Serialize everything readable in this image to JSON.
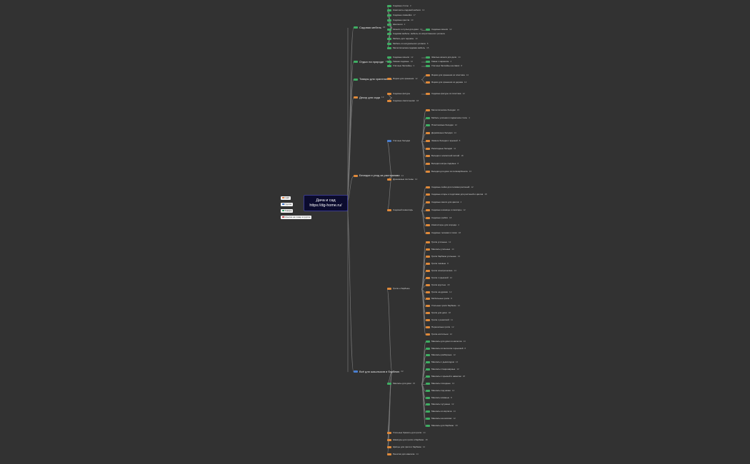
{
  "root": {
    "title": "Дача и сад",
    "subtitle": "https://dg-home.ru/"
  },
  "legend": [
    {
      "label": "Сайт",
      "color": "#e07a3f"
    },
    {
      "label": "Группа",
      "color": "#3a72c9"
    },
    {
      "label": "Товары",
      "color": "#3aa46e"
    },
    {
      "label": "Ссылка на товар в группе",
      "color": "#c0464f"
    }
  ],
  "colors": {
    "green": "#3fae63",
    "orange": "#e08a3a",
    "blue": "#4a7fd0",
    "edge": "#787878"
  },
  "branches": [
    {
      "label": "Садовая мебель",
      "count": "22",
      "icon": "green",
      "children": [
        {
          "label": "Садовые столы",
          "count": "3",
          "icon": "green"
        },
        {
          "label": "Комплекты садовой мебели",
          "count": "14",
          "icon": "green"
        },
        {
          "label": "Садовые скамейки",
          "count": "17",
          "icon": "green"
        },
        {
          "label": "Садовые кресла",
          "count": "10",
          "icon": "green"
        },
        {
          "label": "Шезлонги",
          "count": "2",
          "icon": "green"
        },
        {
          "label": "Качели и стулья для дачи",
          "count": "13",
          "icon": "green",
          "children": [
            {
              "label": "Садовые качели",
              "count": "12",
              "icon": "green"
            }
          ]
        },
        {
          "label": "Садовая мебель: мебель из искусственного ротанга",
          "count": "",
          "icon": "green"
        },
        {
          "label": "Мебель для террасы",
          "count": "13",
          "icon": "green"
        },
        {
          "label": "Мебель из натурального ротанга",
          "count": "8",
          "icon": "green"
        },
        {
          "label": "Металлическая садовая мебель",
          "count": "15",
          "icon": "green"
        }
      ]
    },
    {
      "label": "Отдых на природе",
      "count": "17",
      "icon": "green",
      "children": [
        {
          "label": "Садовые качели",
          "count": "12",
          "icon": "green",
          "children": [
            {
              "label": "Жаклые качели для дачи",
              "count": "14",
              "icon": "green"
            }
          ]
        },
        {
          "label": "Гамаки садовые",
          "count": "12",
          "icon": "green",
          "children": [
            {
              "label": "Гамак с каркасом",
              "count": "4",
              "icon": "green"
            }
          ]
        },
        {
          "label": "Уличные бассейны",
          "count": "3",
          "icon": "green",
          "children": [
            {
              "label": "Уличные бассейны на сваях",
              "count": "8",
              "icon": "green"
            }
          ]
        }
      ]
    },
    {
      "label": "Товары для хранения",
      "count": "17",
      "icon": "green",
      "children": [
        {
          "label": "Ящики для хранения",
          "count": "12",
          "icon": "orange",
          "children": [
            {
              "label": "Ящики для хранения из пластика",
              "count": "14",
              "icon": "orange"
            },
            {
              "label": "Ящики для хранения из дерева",
              "count": "12",
              "icon": "orange"
            }
          ]
        }
      ]
    },
    {
      "label": "Декор для сада",
      "count": "13",
      "icon": "orange",
      "children": [
        {
          "label": "Садовые фигуры",
          "count": "",
          "icon": "orange",
          "children": [
            {
              "label": "Садовые фигуры из пластика",
              "count": "12",
              "icon": "orange"
            }
          ]
        },
        {
          "label": "Садовые светильники",
          "count": "18",
          "icon": "orange"
        }
      ]
    },
    {
      "label": "Беседки и уход за растениями",
      "count": "14",
      "icon": "orange",
      "children": [
        {
          "label": "Уличные беседки",
          "count": "",
          "icon": "blue",
          "children": [
            {
              "label": "Металлические беседки",
              "count": "15",
              "icon": "orange"
            },
            {
              "label": "Мебель уличная в подвесном стиле",
              "count": "4",
              "icon": "green"
            },
            {
              "label": "Пластиковые беседки",
              "count": "12",
              "icon": "green"
            },
            {
              "label": "Деревянные беседки",
              "count": "14",
              "icon": "orange"
            },
            {
              "label": "Зимние беседки с крышей",
              "count": "8",
              "icon": "orange"
            },
            {
              "label": "Раскладные беседки",
              "count": "11",
              "icon": "orange"
            },
            {
              "label": "Беседки с москитной сеткой",
              "count": "18",
              "icon": "orange"
            },
            {
              "label": "Беседки шатры садовые",
              "count": "8",
              "icon": "orange"
            },
            {
              "label": "Беседки для дачи из поликарбоната",
              "count": "13",
              "icon": "orange"
            }
          ]
        },
        {
          "label": "Дренажные системы",
          "count": "12",
          "icon": "orange"
        },
        {
          "label": "Садовый инвентарь",
          "count": "",
          "icon": "orange",
          "children": [
            {
              "label": "Садовые лейки для поливки растений",
              "count": "12",
              "icon": "orange"
            },
            {
              "label": "Садовые опоры и подставки для растений и цветов",
              "count": "18",
              "icon": "orange"
            },
            {
              "label": "Садовые кашпо для цветов",
              "count": "4",
              "icon": "orange"
            },
            {
              "label": "Садовые ножницы и секаторы",
              "count": "12",
              "icon": "orange"
            },
            {
              "label": "Садовые грабли",
              "count": "18",
              "icon": "orange"
            },
            {
              "label": "Компостеры для огорода",
              "count": "4",
              "icon": "orange"
            },
            {
              "label": "Садовые тележки и тачки",
              "count": "18",
              "icon": "orange"
            }
          ]
        }
      ]
    },
    {
      "label": "Всё для шашлыков и барбекю",
      "count": "22",
      "icon": "blue",
      "children": [
        {
          "label": "Грили и барбекю",
          "count": "",
          "icon": "orange",
          "children": [
            {
              "label": "Грили угольные",
              "count": "12",
              "icon": "orange"
            },
            {
              "label": "Мангалы угольные",
              "count": "14",
              "icon": "orange"
            },
            {
              "label": "Грили барбекю угольные",
              "count": "13",
              "icon": "orange"
            },
            {
              "label": "Грили газовые",
              "count": "8",
              "icon": "orange"
            },
            {
              "label": "Грили электрические",
              "count": "14",
              "icon": "orange"
            },
            {
              "label": "Грили с крышкой",
              "count": "12",
              "icon": "orange"
            },
            {
              "label": "Грили круглые",
              "count": "18",
              "icon": "orange"
            },
            {
              "label": "Грили на дровах",
              "count": "12",
              "icon": "orange"
            },
            {
              "label": "Мобильные грили",
              "count": "8",
              "icon": "orange"
            },
            {
              "label": "Угольные грили барбекю",
              "count": "14",
              "icon": "orange"
            },
            {
              "label": "Грили для дачи",
              "count": "18",
              "icon": "orange"
            },
            {
              "label": "Грили с решёткой",
              "count": "11",
              "icon": "orange"
            },
            {
              "label": "Переносные грили",
              "count": "12",
              "icon": "orange"
            },
            {
              "label": "Грили-коптильни",
              "count": "12",
              "icon": "orange"
            }
          ]
        },
        {
          "label": "Мангалы для дачи",
          "count": "15",
          "icon": "green",
          "children": [
            {
              "label": "Мангалы для дачи из металла",
              "count": "14",
              "icon": "green"
            },
            {
              "label": "Мангалы из металла с крышкой",
              "count": "8",
              "icon": "green"
            },
            {
              "label": "Мангалы разборные",
              "count": "12",
              "icon": "green"
            },
            {
              "label": "Мангалы с дымоходом",
              "count": "14",
              "icon": "green"
            },
            {
              "label": "Мангалы стационарные",
              "count": "12",
              "icon": "green"
            },
            {
              "label": "Мангалы с крышей и навесом",
              "count": "18",
              "icon": "green"
            },
            {
              "label": "Мангалы походные",
              "count": "12",
              "icon": "green"
            },
            {
              "label": "Мангалы под казан",
              "count": "14",
              "icon": "green"
            },
            {
              "label": "Мангалы кованые",
              "count": "8",
              "icon": "green"
            },
            {
              "label": "Мангалы чугунные",
              "count": "12",
              "icon": "green"
            },
            {
              "label": "Мангалы из кирпича",
              "count": "14",
              "icon": "green"
            },
            {
              "label": "Мангалы на колёсах",
              "count": "12",
              "icon": "green"
            },
            {
              "label": "Мангалы для барбекю",
              "count": "18",
              "icon": "green"
            }
          ]
        },
        {
          "label": "Угольные брикеты для гриля",
          "count": "14",
          "icon": "orange"
        },
        {
          "label": "Шампуры для гриля и барбекю",
          "count": "18",
          "icon": "orange"
        },
        {
          "label": "Щипцы для гриля и барбекю",
          "count": "12",
          "icon": "orange"
        },
        {
          "label": "Решётки для мангала",
          "count": "14",
          "icon": "orange"
        }
      ]
    }
  ]
}
